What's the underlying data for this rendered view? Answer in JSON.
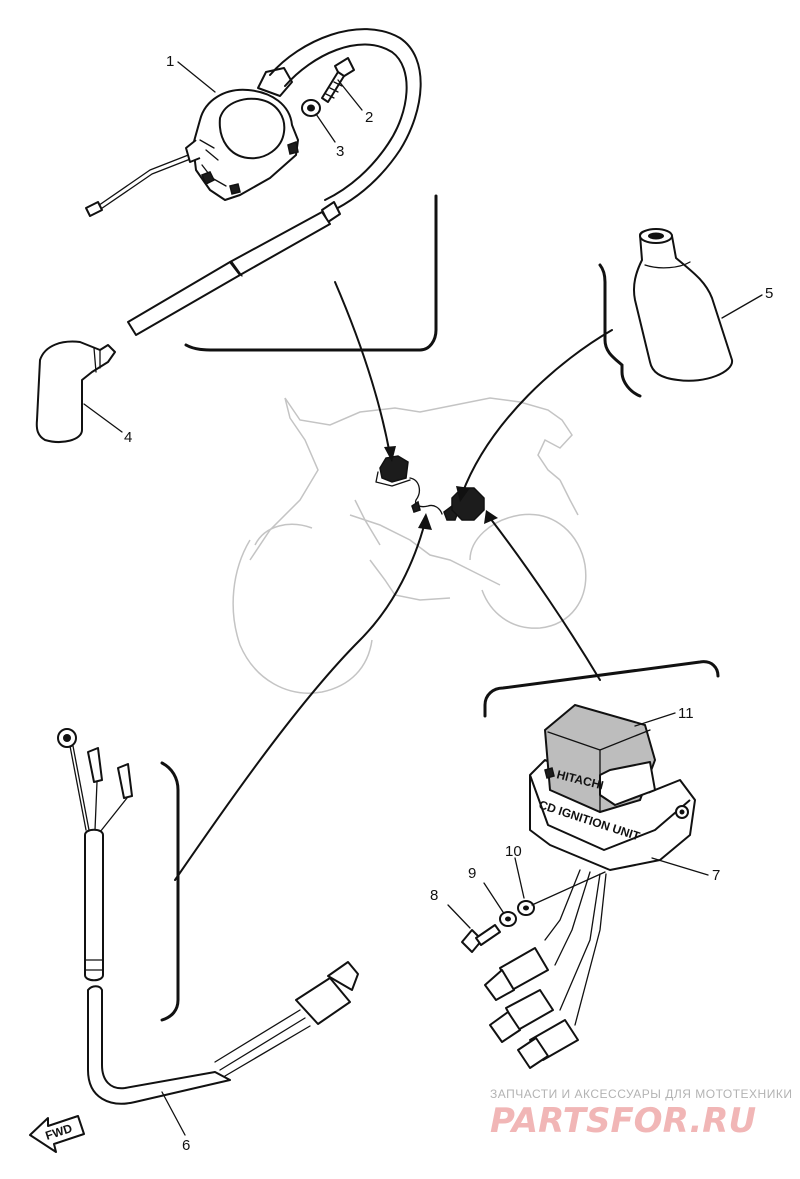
{
  "callouts": [
    {
      "number": "1",
      "part": "ignition-coil"
    },
    {
      "number": "2",
      "part": "bolt"
    },
    {
      "number": "3",
      "part": "washer"
    },
    {
      "number": "4",
      "part": "plug-cap"
    },
    {
      "number": "5",
      "part": "rubber-cover"
    },
    {
      "number": "6",
      "part": "wire-harness"
    },
    {
      "number": "7",
      "part": "cdi-bracket"
    },
    {
      "number": "8",
      "part": "bolt"
    },
    {
      "number": "9",
      "part": "washer"
    },
    {
      "number": "10",
      "part": "nut"
    },
    {
      "number": "11",
      "part": "cdi-unit"
    }
  ],
  "unit_labels": {
    "brand": "HITACHI",
    "unit_name": "CD IGNITION UNIT"
  },
  "direction_marker": "FWD",
  "watermark": {
    "tagline": "ЗАПЧАСТИ И АКСЕССУАРЫ ДЛЯ МОТОТЕХНИКИ",
    "brand": "PARTSFOR.RU"
  }
}
